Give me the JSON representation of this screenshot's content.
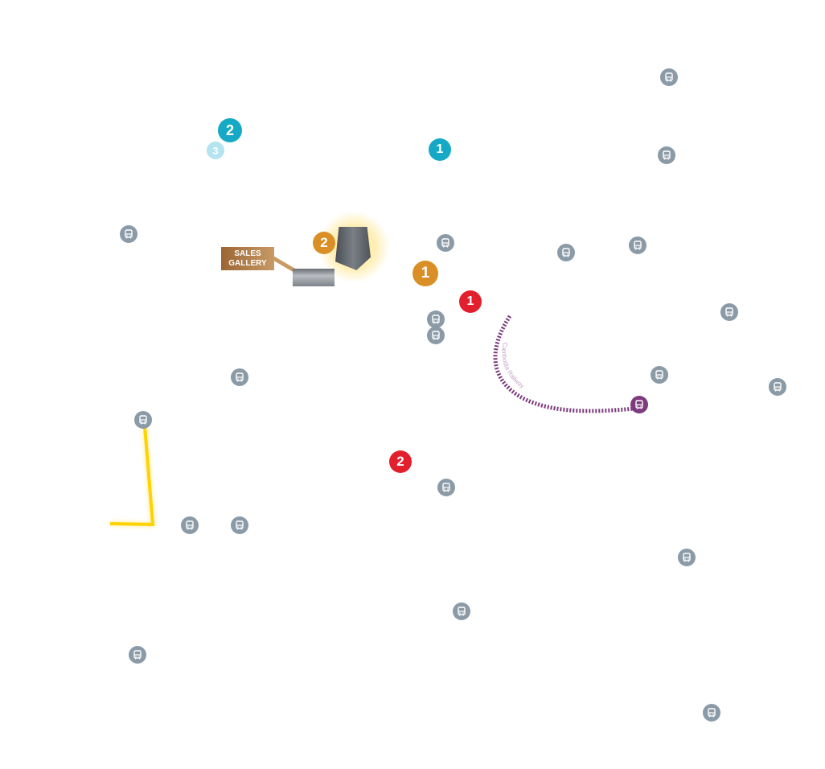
{
  "labels": {
    "sales_gallery": "SALES GALLERY",
    "railway": "Cambodia Railway"
  },
  "markers": {
    "teal": [
      {
        "label": "1"
      },
      {
        "label": "2"
      },
      {
        "label": "3"
      }
    ],
    "orange": [
      {
        "label": "1"
      },
      {
        "label": "2"
      }
    ],
    "red": [
      {
        "label": "1"
      },
      {
        "label": "2"
      }
    ]
  },
  "colors": {
    "teal": "#16a9c6",
    "teal_light": "#b3e4ef",
    "orange": "#d98f26",
    "red": "#e21f2d",
    "bus": "#8a9aa6",
    "railway": "#7d3b7d",
    "road": "#ffd200"
  },
  "icons": {
    "bus": "bus-icon",
    "train": "train-icon"
  }
}
